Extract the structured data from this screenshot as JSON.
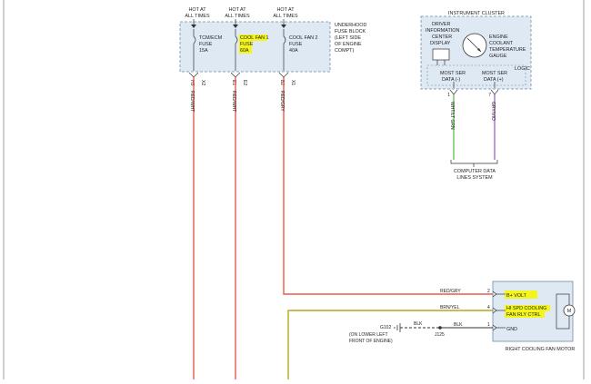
{
  "fuse_block": {
    "hot_labels": [
      [
        "HOT AT",
        "ALL TIMES"
      ],
      [
        "HOT AT",
        "ALL TIMES"
      ],
      [
        "HOT AT",
        "ALL TIMES"
      ]
    ],
    "fuses": [
      [
        "TCM/ECM",
        "FUSE",
        "15A"
      ],
      [
        "COOL FAN 1",
        "FUSE",
        "60A"
      ],
      [
        "COOL FAN 2",
        "FUSE",
        "40A"
      ]
    ],
    "title": [
      "UNDERHOOD",
      "FUSE BLOCK",
      "(LEFT SIDE",
      "OF ENGINE",
      "COMPT)"
    ],
    "pins": [
      "X2",
      "E2",
      "X1"
    ],
    "pin_prefix": [
      "H5",
      "E1",
      "B2"
    ]
  },
  "wires_left": [
    {
      "label": "RED/WHT"
    },
    {
      "label": "RED/WHT"
    },
    {
      "label": "RED/GRY"
    }
  ],
  "cluster": {
    "title": "INSTRUMENT CLUSTER",
    "display_label": [
      "DRIVER",
      "INFORMATION",
      "CENTER",
      "DISPLAY"
    ],
    "gauge_label": [
      "ENGINE",
      "COOLANT",
      "TEMPERATURE",
      "GAUGE"
    ],
    "logic_label": "LOGIC",
    "data_minus": [
      "MOST SER",
      "DATA (-)"
    ],
    "data_plus": [
      "MOST SER",
      "DATA (+)"
    ],
    "pin_minus": "1",
    "pin_plus": "7",
    "wire_minus": "WHT/LT GRN",
    "wire_plus": "GRY/VIO",
    "bus_label": [
      "COMPUTER DATA",
      "LINES SYSTEM"
    ]
  },
  "motor": {
    "wire_top": "RED/GRY",
    "wire_mid": "BRN/YEL",
    "wire_bot": "BLK",
    "ground_wire": "BLK",
    "pins": [
      "2",
      "4",
      "1"
    ],
    "b_volt": "B+ VOLT",
    "relay_ctrl": [
      "HI SPD COOLING",
      "FAN RLY CTRL"
    ],
    "gnd": "GND",
    "motor_symbol": "M",
    "title": "RIGHT COOLING FAN MOTOR"
  },
  "ground": {
    "id": "G102",
    "location": [
      "(ON LOWER LEFT",
      "FRONT OF ENGINE)"
    ],
    "splice": "J125"
  },
  "colors": {
    "wire_red": "#e85a4a",
    "wire_olive": "#b8a51a",
    "wire_green": "#69c45a",
    "wire_violet": "#a86cc4",
    "box_fill": "#dfe9f3",
    "highlight": "#f3f51c"
  }
}
